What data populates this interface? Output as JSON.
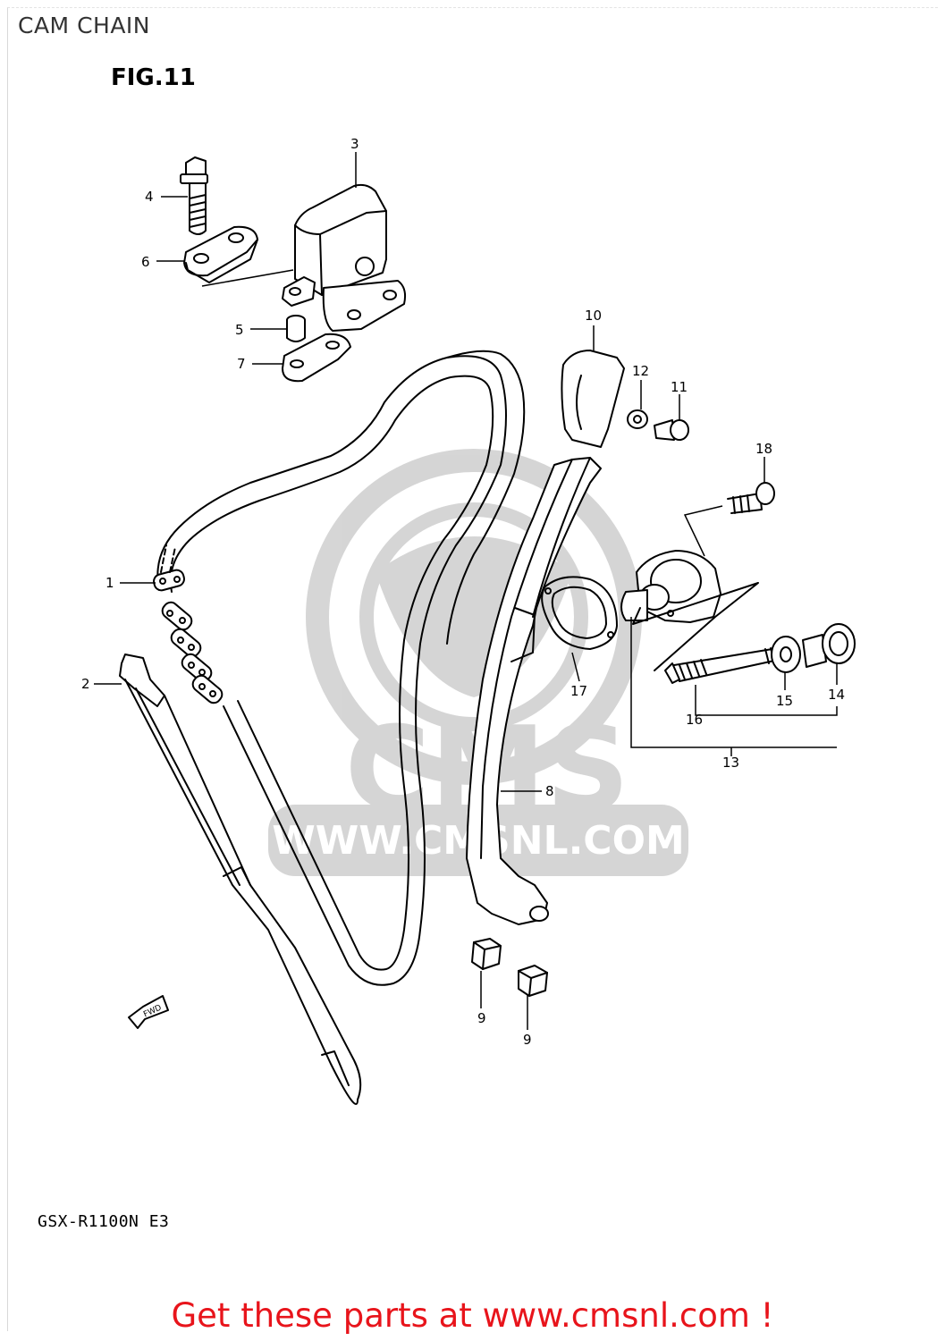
{
  "header": {
    "title": "CAM CHAIN",
    "figure": "FIG.11"
  },
  "watermark": {
    "logo_text": "CMS",
    "url_text": "WWW.CMSNL.COM"
  },
  "diagram": {
    "direction_marker": "FWD",
    "callouts": {
      "c1": "1",
      "c2": "2",
      "c3": "3",
      "c4": "4",
      "c5": "5",
      "c6": "6",
      "c7": "7",
      "c8": "8",
      "c9a": "9",
      "c9b": "9",
      "c10": "10",
      "c11": "11",
      "c12": "12",
      "c13": "13",
      "c14": "14",
      "c15": "15",
      "c16": "16",
      "c17": "17",
      "c18": "18"
    }
  },
  "footer": {
    "model_code": "GSX-R1100N E3",
    "cta": "Get these parts at www.cmsnl.com !"
  }
}
